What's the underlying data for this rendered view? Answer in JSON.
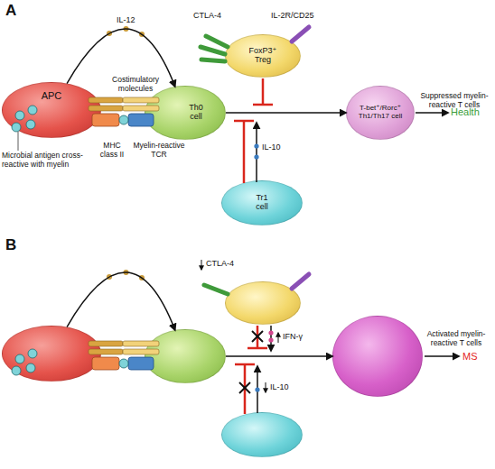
{
  "diagram": {
    "nodes": [
      {
        "text": [
          "FoxP3⁺ Treg"
        ]
      },
      {
        "text": [
          "APC"
        ]
      },
      {
        "text": [
          "Th0 cell"
        ]
      },
      {
        "text": [
          "T-bet⁺/Rorc⁺ Th1/Th17 cell"
        ]
      },
      {
        "text": [
          "Tr1 cell"
        ]
      },
      {
        "text": []
      },
      {
        "text": []
      },
      {
        "text": []
      },
      {
        "text": []
      },
      {
        "text": []
      }
    ],
    "edges": [
      {
        "from": 1,
        "to": 2,
        "arrow": "to",
        "label": "IL-12"
      },
      {
        "from": 2,
        "to": 3,
        "arrow": "to"
      },
      {
        "from": 6,
        "to": 7,
        "arrow": "to"
      },
      {
        "from": 7,
        "to": 8,
        "arrow": "to"
      }
    ],
    "labels": [
      "A",
      "CTLA-4",
      "IL-2R/CD25",
      "Costimulatory molecules",
      "MHC class II",
      "Myelin-reactive TCR",
      "Microbial antigen cross-reactive with myelin",
      "IL-10",
      "Suppressed myelin-reactive T cells",
      "Health",
      "B",
      "CTLA-4",
      "IFN-γ",
      "IL-10",
      "Activated myelin-reactive T cells",
      "MS"
    ]
  }
}
